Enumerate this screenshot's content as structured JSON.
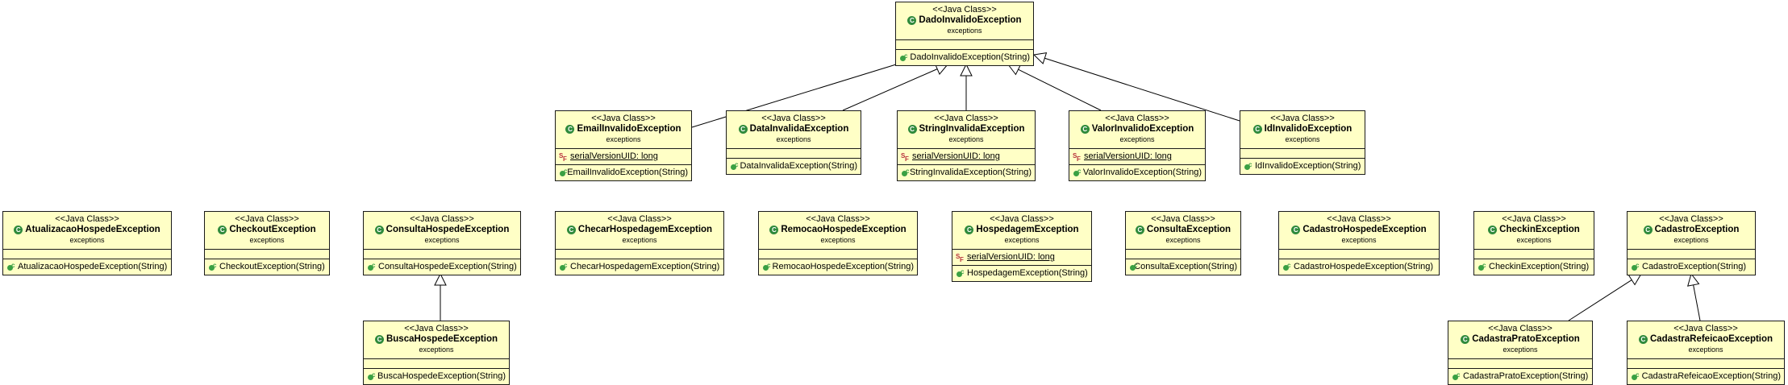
{
  "stereotype": "<<Java Class>>",
  "package": "exceptions",
  "classes": [
    {
      "id": "dado",
      "name": "DadoInvalidoException",
      "fields": [],
      "methods": [
        "DadoInvalidoException(String)"
      ]
    },
    {
      "id": "email",
      "name": "EmailInvalidoException",
      "fields": [
        "serialVersionUID: long"
      ],
      "methods": [
        "EmailInvalidoException(String)"
      ]
    },
    {
      "id": "data",
      "name": "DataInvalidaException",
      "fields": [],
      "methods": [
        "DataInvalidaException(String)"
      ]
    },
    {
      "id": "string",
      "name": "StringInvalidaException",
      "fields": [
        "serialVersionUID: long"
      ],
      "methods": [
        "StringInvalidaException(String)"
      ]
    },
    {
      "id": "valor",
      "name": "ValorInvalidoException",
      "fields": [
        "serialVersionUID: long"
      ],
      "methods": [
        "ValorInvalidoException(String)"
      ]
    },
    {
      "id": "idinv",
      "name": "IdInvalidoException",
      "fields": [],
      "methods": [
        "IdInvalidoException(String)"
      ]
    },
    {
      "id": "atual",
      "name": "AtualizacaoHospedeException",
      "fields": [],
      "methods": [
        "AtualizacaoHospedeException(String)"
      ]
    },
    {
      "id": "checkout",
      "name": "CheckoutException",
      "fields": [],
      "methods": [
        "CheckoutException(String)"
      ]
    },
    {
      "id": "consultahosp",
      "name": "ConsultaHospedeException",
      "fields": [],
      "methods": [
        "ConsultaHospedeException(String)"
      ]
    },
    {
      "id": "checar",
      "name": "ChecarHospedagemException",
      "fields": [],
      "methods": [
        "ChecarHospedagemException(String)"
      ]
    },
    {
      "id": "remocao",
      "name": "RemocaoHospedeException",
      "fields": [],
      "methods": [
        "RemocaoHospedeException(String)"
      ]
    },
    {
      "id": "hospedagem",
      "name": "HospedagemException",
      "fields": [
        "serialVersionUID: long"
      ],
      "methods": [
        "HospedagemException(String)"
      ]
    },
    {
      "id": "consulta",
      "name": "ConsultaException",
      "fields": [],
      "methods": [
        "ConsultaException(String)"
      ]
    },
    {
      "id": "cadhosp",
      "name": "CadastroHospedeException",
      "fields": [],
      "methods": [
        "CadastroHospedeException(String)"
      ]
    },
    {
      "id": "checkin",
      "name": "CheckinException",
      "fields": [],
      "methods": [
        "CheckinException(String)"
      ]
    },
    {
      "id": "cadastro",
      "name": "CadastroException",
      "fields": [],
      "methods": [
        "CadastroException(String)"
      ]
    },
    {
      "id": "busca",
      "name": "BuscaHospedeException",
      "fields": [],
      "methods": [
        "BuscaHospedeException(String)"
      ]
    },
    {
      "id": "prato",
      "name": "CadastraPratoException",
      "fields": [],
      "methods": [
        "CadastraPratoException(String)"
      ]
    },
    {
      "id": "refeicao",
      "name": "CadastraRefeicaoException",
      "fields": [],
      "methods": [
        "CadastraRefeicaoException(String)"
      ]
    }
  ],
  "inheritance": [
    {
      "child": "email",
      "parent": "dado"
    },
    {
      "child": "data",
      "parent": "dado"
    },
    {
      "child": "string",
      "parent": "dado"
    },
    {
      "child": "valor",
      "parent": "dado"
    },
    {
      "child": "idinv",
      "parent": "dado"
    },
    {
      "child": "busca",
      "parent": "consultahosp"
    },
    {
      "child": "prato",
      "parent": "cadastro"
    },
    {
      "child": "refeicao",
      "parent": "cadastro"
    }
  ]
}
